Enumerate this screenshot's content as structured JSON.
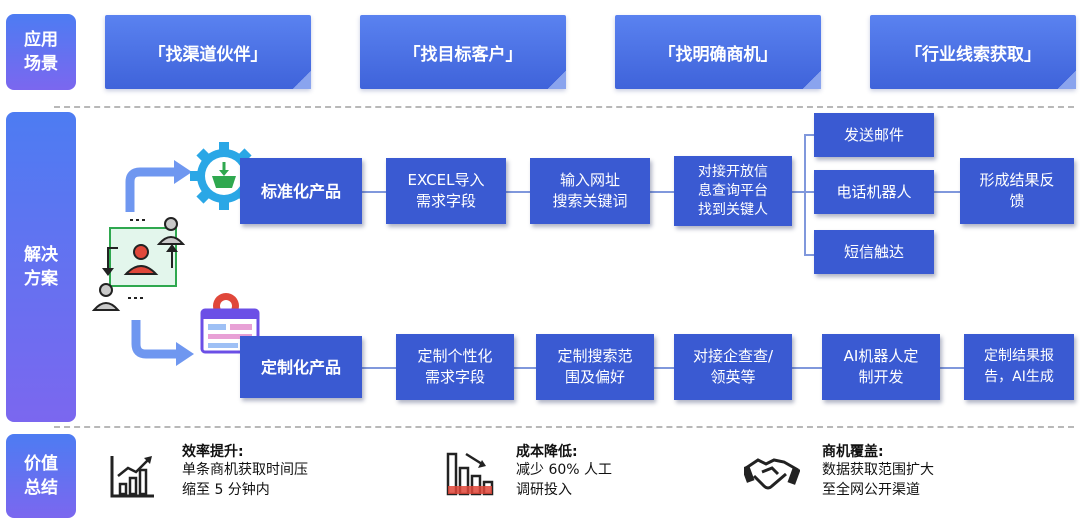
{
  "sides": {
    "scenario": [
      "应用",
      "场景"
    ],
    "solution": [
      "解决",
      "方案"
    ],
    "value": [
      "价值",
      "总结"
    ]
  },
  "scenarios": [
    "「找渠道伙伴」",
    "「找目标客户」",
    "「找明确商机」",
    "「行业线索获取」"
  ],
  "standard": {
    "title": "标准化产品",
    "steps": [
      "EXCEL导入\n需求字段",
      "输入网址\n搜索关键词",
      "对接开放信\n息查询平台\n找到关键人"
    ],
    "channels": [
      "发送邮件",
      "电话机器人",
      "短信触达"
    ],
    "result": "形成结果反\n馈"
  },
  "custom": {
    "title": "定制化产品",
    "steps": [
      "定制个性化\n需求字段",
      "定制搜索范\n围及偏好",
      "对接企查查/\n领英等",
      "AI机器人定\n制开发",
      "定制结果报\n告，AI生成"
    ]
  },
  "values": [
    {
      "title": "效率提升:",
      "lines": [
        "单条商机获取时间压",
        "缩至 5 分钟内"
      ],
      "icon": "bar-growth-icon"
    },
    {
      "title": "成本降低:",
      "lines": [
        "减少 60% 人工",
        "调研投入"
      ],
      "icon": "bar-decline-icon"
    },
    {
      "title": "商机覆盖:",
      "lines": [
        "数据获取范围扩大",
        "至全网公开渠道"
      ],
      "icon": "handshake-icon"
    }
  ],
  "colors": {
    "box": "#3a5ad2",
    "side_top": "#4d7cf2",
    "side_bottom": "#7b67ef",
    "accent_green": "#2fa84f",
    "accent_red": "#e0473a"
  }
}
